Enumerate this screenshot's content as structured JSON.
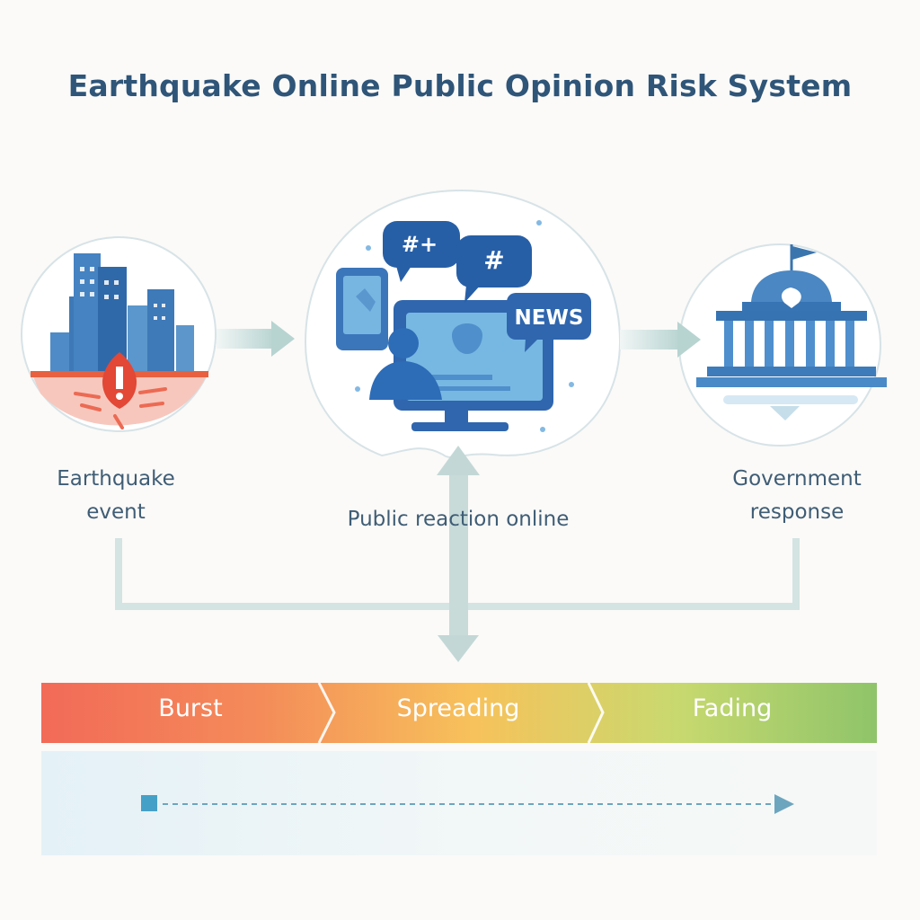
{
  "title": "Earthquake Online Public Opinion Risk System",
  "nodes": {
    "earthquake": {
      "label": "Earthquake event"
    },
    "public": {
      "label": "Public reaction online",
      "bubble_1": "#+",
      "bubble_2": "#",
      "news": "NEWS"
    },
    "government": {
      "label": "Government response"
    }
  },
  "phases": [
    "Burst",
    "Spreading",
    "Fading"
  ],
  "colors": {
    "title": "#2f5578",
    "label": "#3f5d75",
    "accent_blue": "#3f72b8",
    "quake_red": "#e65b4a",
    "connector": "#c8dbd9",
    "phase_burst": "#f47b58",
    "phase_spreading": "#f6b65a",
    "phase_fading": "#a6cf73"
  }
}
